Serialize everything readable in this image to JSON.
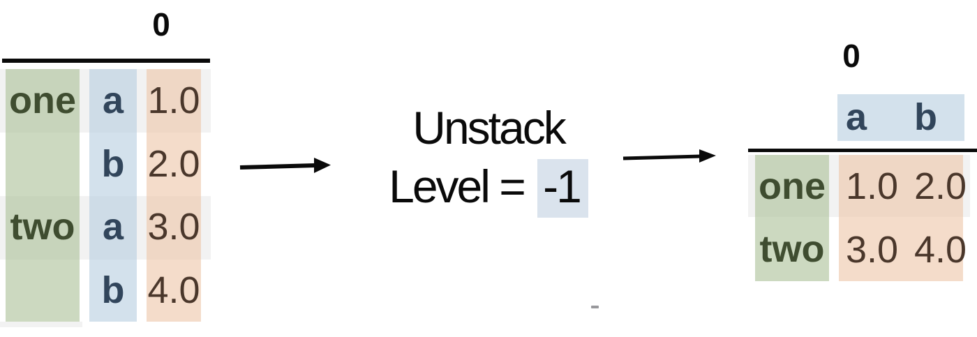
{
  "theme": {
    "ink": "#0A0A0A",
    "green_cell": "#AAC09699",
    "blue_cell": "#B6CDDF99",
    "orange_cell": "#EDC5A799",
    "row_stripe": "#F2F2F2",
    "level_highlight": "#DAE3ED",
    "index_text": "#3F4D30",
    "subindex_text": "#31455B",
    "value_text": "#4A372B",
    "dash_gray": "#98989C"
  },
  "left_table": {
    "header": "0",
    "index_labels": [
      "one",
      "two"
    ],
    "subindex_labels": [
      "a",
      "b",
      "a",
      "b"
    ],
    "values": [
      "1.0",
      "2.0",
      "3.0",
      "4.0"
    ]
  },
  "operation": {
    "title": "Unstack",
    "level_label": "Level =",
    "level_value": "-1"
  },
  "right_table": {
    "header": "0",
    "column_headers": [
      "a",
      "b"
    ],
    "index_labels": [
      "one",
      "two"
    ],
    "values": [
      [
        "1.0",
        "2.0"
      ],
      [
        "3.0",
        "4.0"
      ]
    ]
  }
}
